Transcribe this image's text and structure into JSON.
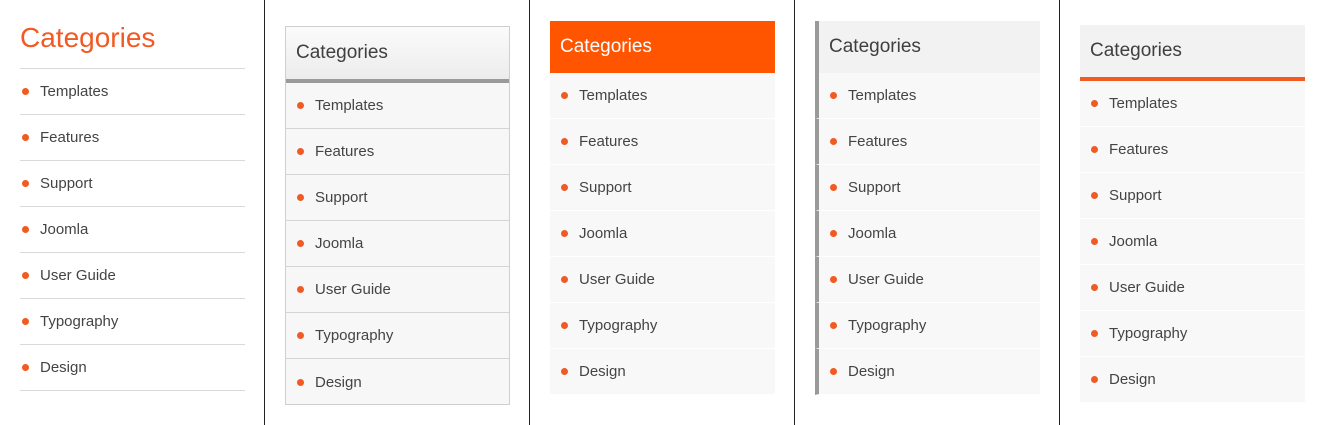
{
  "colors": {
    "accent": "#f15a22",
    "header_orange": "#ff5400",
    "grey_rule": "#9a9a9a",
    "text": "#444444"
  },
  "panels": [
    {
      "title": "Categories",
      "items": [
        "Templates",
        "Features",
        "Support",
        "Joomla",
        "User Guide",
        "Typography",
        "Design"
      ]
    },
    {
      "title": "Categories",
      "items": [
        "Templates",
        "Features",
        "Support",
        "Joomla",
        "User Guide",
        "Typography",
        "Design"
      ]
    },
    {
      "title": "Categories",
      "items": [
        "Templates",
        "Features",
        "Support",
        "Joomla",
        "User Guide",
        "Typography",
        "Design"
      ]
    },
    {
      "title": "Categories",
      "items": [
        "Templates",
        "Features",
        "Support",
        "Joomla",
        "User Guide",
        "Typography",
        "Design"
      ]
    },
    {
      "title": "Categories",
      "items": [
        "Templates",
        "Features",
        "Support",
        "Joomla",
        "User Guide",
        "Typography",
        "Design"
      ]
    }
  ]
}
